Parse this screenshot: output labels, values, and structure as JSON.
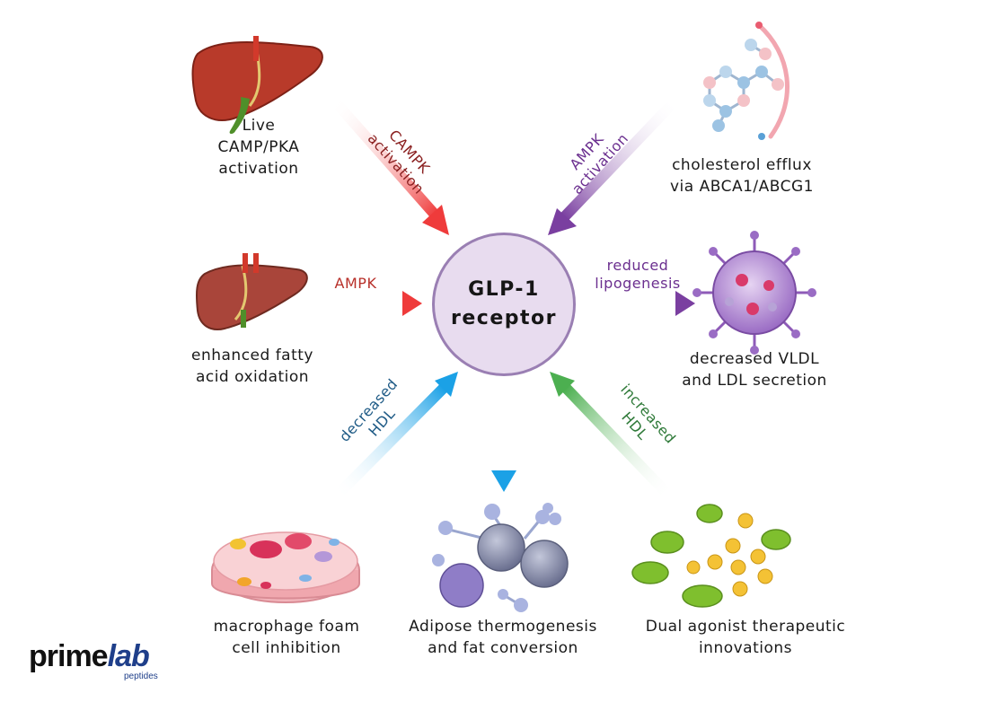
{
  "hub": {
    "line1": "GLP-1",
    "line2": "receptor"
  },
  "nodes": {
    "liver_top": [
      "Live",
      "CAMP/PKA",
      "activation"
    ],
    "cholesterol": [
      "cholesterol efflux",
      "via ABCA1/ABCG1"
    ],
    "liver_mid": [
      "enhanced fatty",
      "acid oxidation"
    ],
    "vldl": [
      "decreased VLDL",
      "and LDL secretion"
    ],
    "macrophage": [
      "macrophage foam",
      "cell inhibition"
    ],
    "adipose": [
      "Adipose thermogenesis",
      "and fat conversion"
    ],
    "dual": [
      "Dual agonist therapeutic",
      "innovations"
    ]
  },
  "arrow_labels": {
    "camp": [
      "CAMPK",
      "activation"
    ],
    "ampk_act": [
      "AMPK",
      "activation"
    ],
    "ampk": "AMPK",
    "lipogenesis": [
      "reduced",
      "lipogenesis"
    ],
    "dec_hdl": [
      "decreased",
      "HDL"
    ],
    "inc_hdl": [
      "increased",
      "HDL"
    ]
  },
  "colors": {
    "red": "#ef3b3b",
    "purple": "#7a3fa0",
    "blue": "#1ba1e6",
    "green": "#4caf50",
    "hub_fill": "#e8dcef",
    "hub_border": "#9a7fb3"
  },
  "logo": {
    "word_main": "prime",
    "word_accent": "lab",
    "sub": "peptides"
  }
}
